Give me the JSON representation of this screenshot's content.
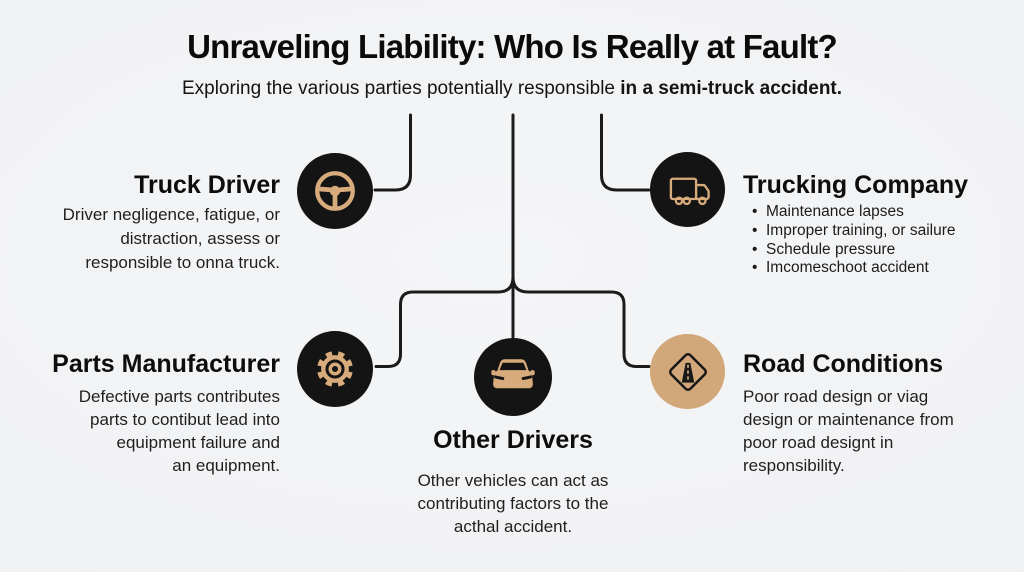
{
  "header": {
    "title": "Unraveling Liability: Who Is Really at Fault?",
    "subtitle_regular": "Exploring the various parties potentially responsible ",
    "subtitle_bold": "in a semi-truck accident."
  },
  "colors": {
    "background": "#f2f3f5",
    "node_black": "#141414",
    "accent_tan": "#d8ab7c",
    "road_circle_tan": "#d2a77a",
    "connector_line": "#1b1b1b",
    "title_text": "#0b0b0b",
    "body_text": "#1f1f1f"
  },
  "nodes": {
    "truck_driver": {
      "label": "Truck Driver",
      "icon": "steering-wheel-icon",
      "description_lines": [
        "Driver negligence, fatigue, or",
        "distraction, assess or",
        "responsible to onna truck."
      ]
    },
    "trucking_company": {
      "label": "Trucking Company",
      "icon": "truck-icon",
      "bullets": [
        "Maintenance lapses",
        "Improper training, or sailure",
        "Schedule pressure",
        "Imcomeschoot accident"
      ]
    },
    "parts_manufacturer": {
      "label": "Parts Manufacturer",
      "icon": "gear-icon",
      "description_lines": [
        "Defective parts contributes",
        "parts to contibut lead into",
        "equipment failure and",
        "an equipment."
      ]
    },
    "other_drivers": {
      "label": "Other Drivers",
      "icon": "car-icon",
      "description_lines": [
        "Other vehicles can act as",
        "contributing factors to the",
        "acthal accident."
      ]
    },
    "road_conditions": {
      "label": "Road Conditions",
      "icon": "road-sign-icon",
      "description_lines": [
        "Poor road design or viag",
        "design or maintenance from",
        "poor road designt in",
        "responsibility."
      ]
    }
  }
}
